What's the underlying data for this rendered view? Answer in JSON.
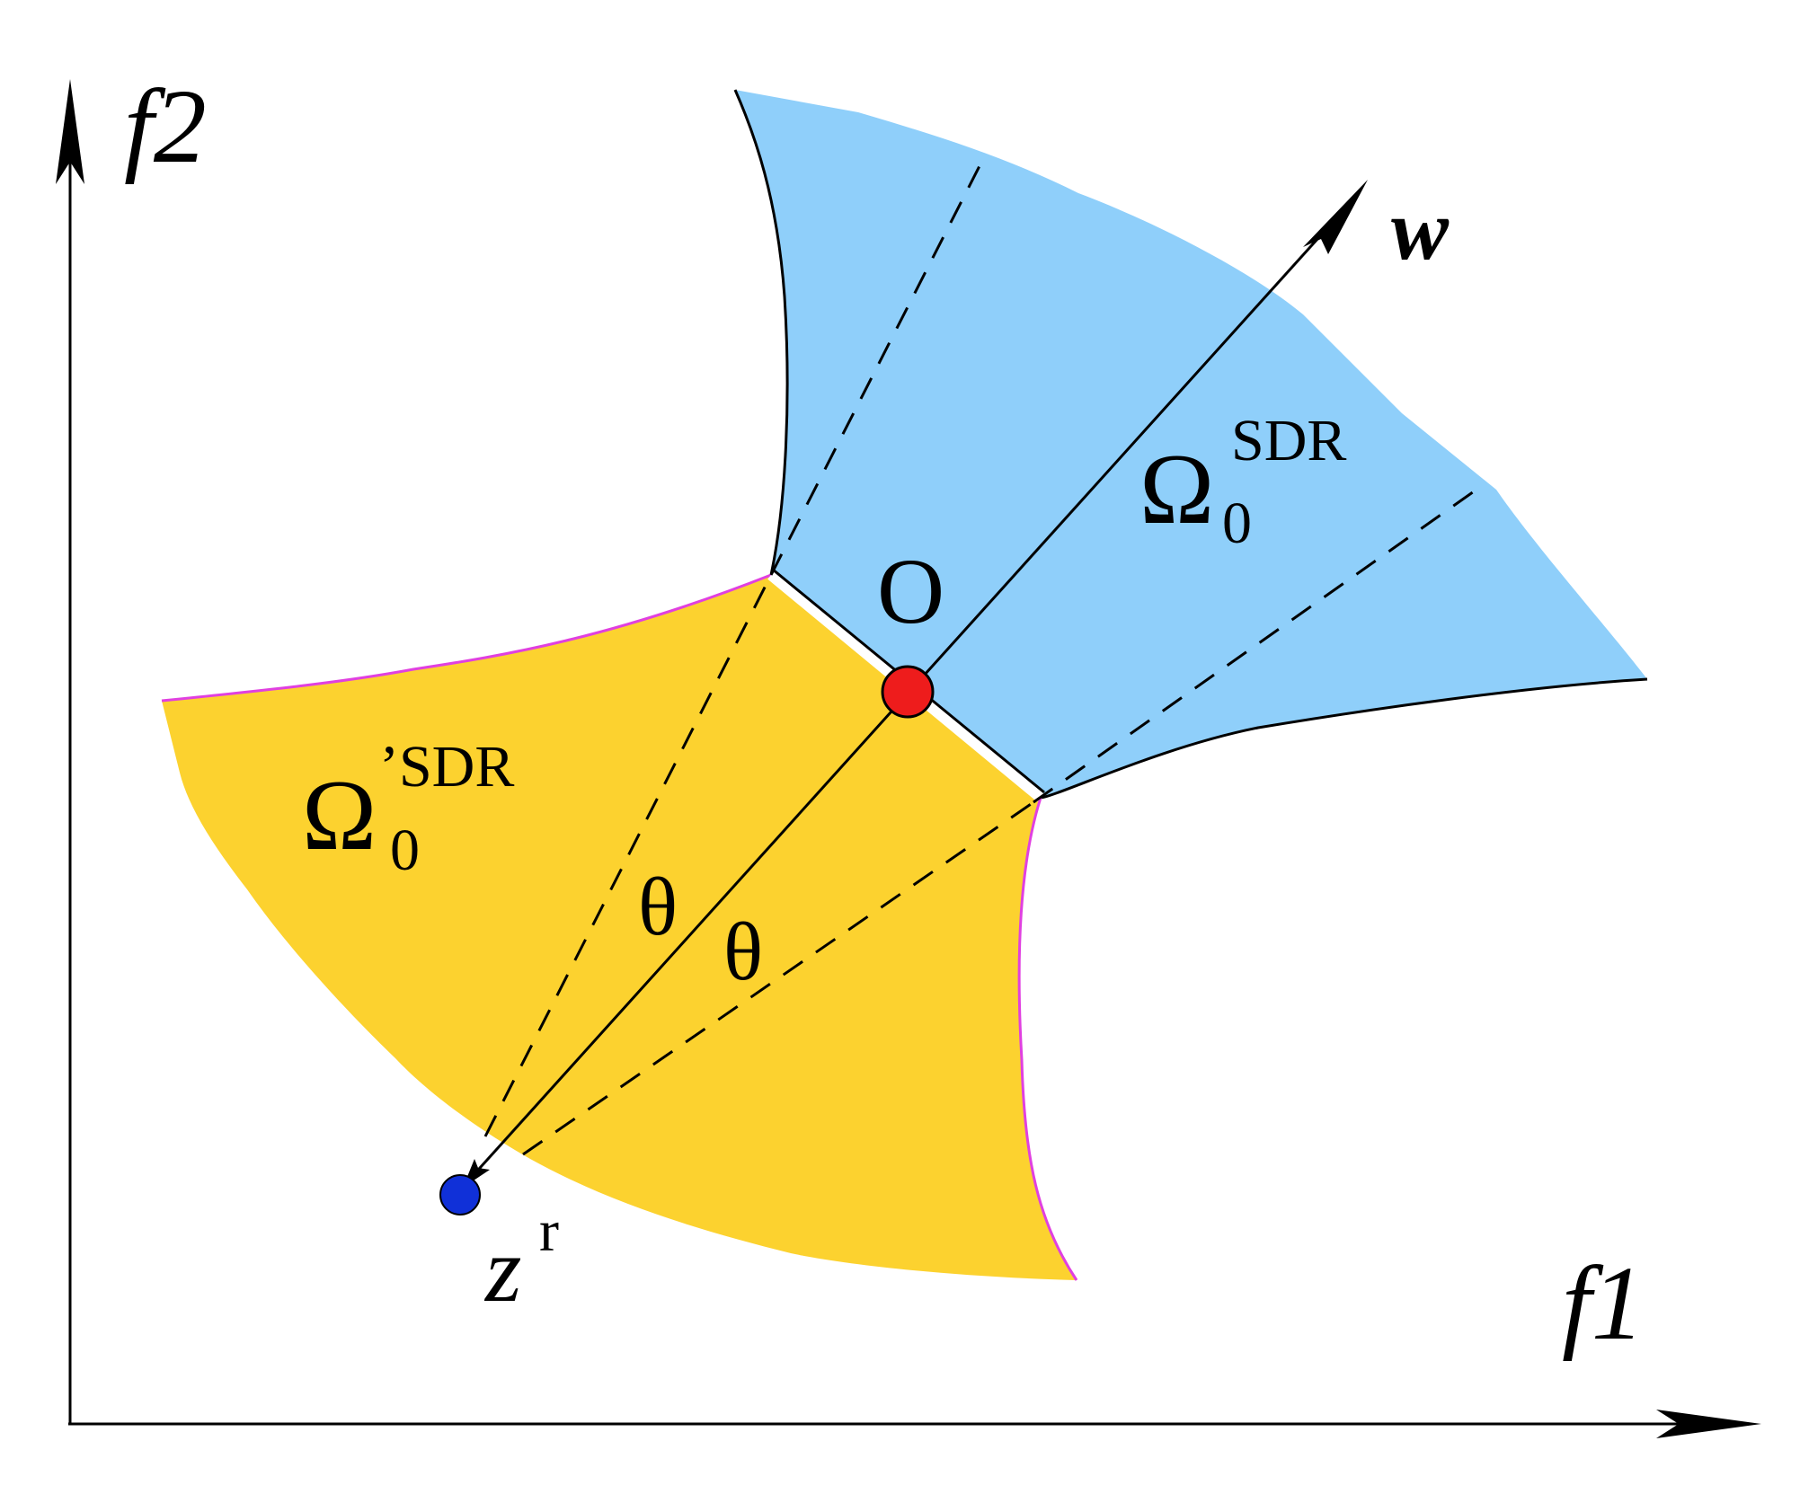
{
  "figure": {
    "axes": {
      "x_label": "f1",
      "y_label": "f2"
    },
    "vector": {
      "label": "w"
    },
    "regions": {
      "upper": {
        "symbol": "Ω",
        "subscript": "0",
        "superscript": "SDR",
        "fill": "#8fcffa"
      },
      "lower": {
        "symbol": "Ω",
        "subscript": "0",
        "prime_superscript": "’SDR",
        "fill": "#fcd22f",
        "edge_color": "#e040e0"
      }
    },
    "points": {
      "origin": {
        "label": "O",
        "color": "#ee1c1c"
      },
      "reference": {
        "label_base": "z",
        "label_sup": "r",
        "color": "#1030d8"
      }
    },
    "angles": {
      "left": "θ",
      "right": "θ"
    }
  }
}
